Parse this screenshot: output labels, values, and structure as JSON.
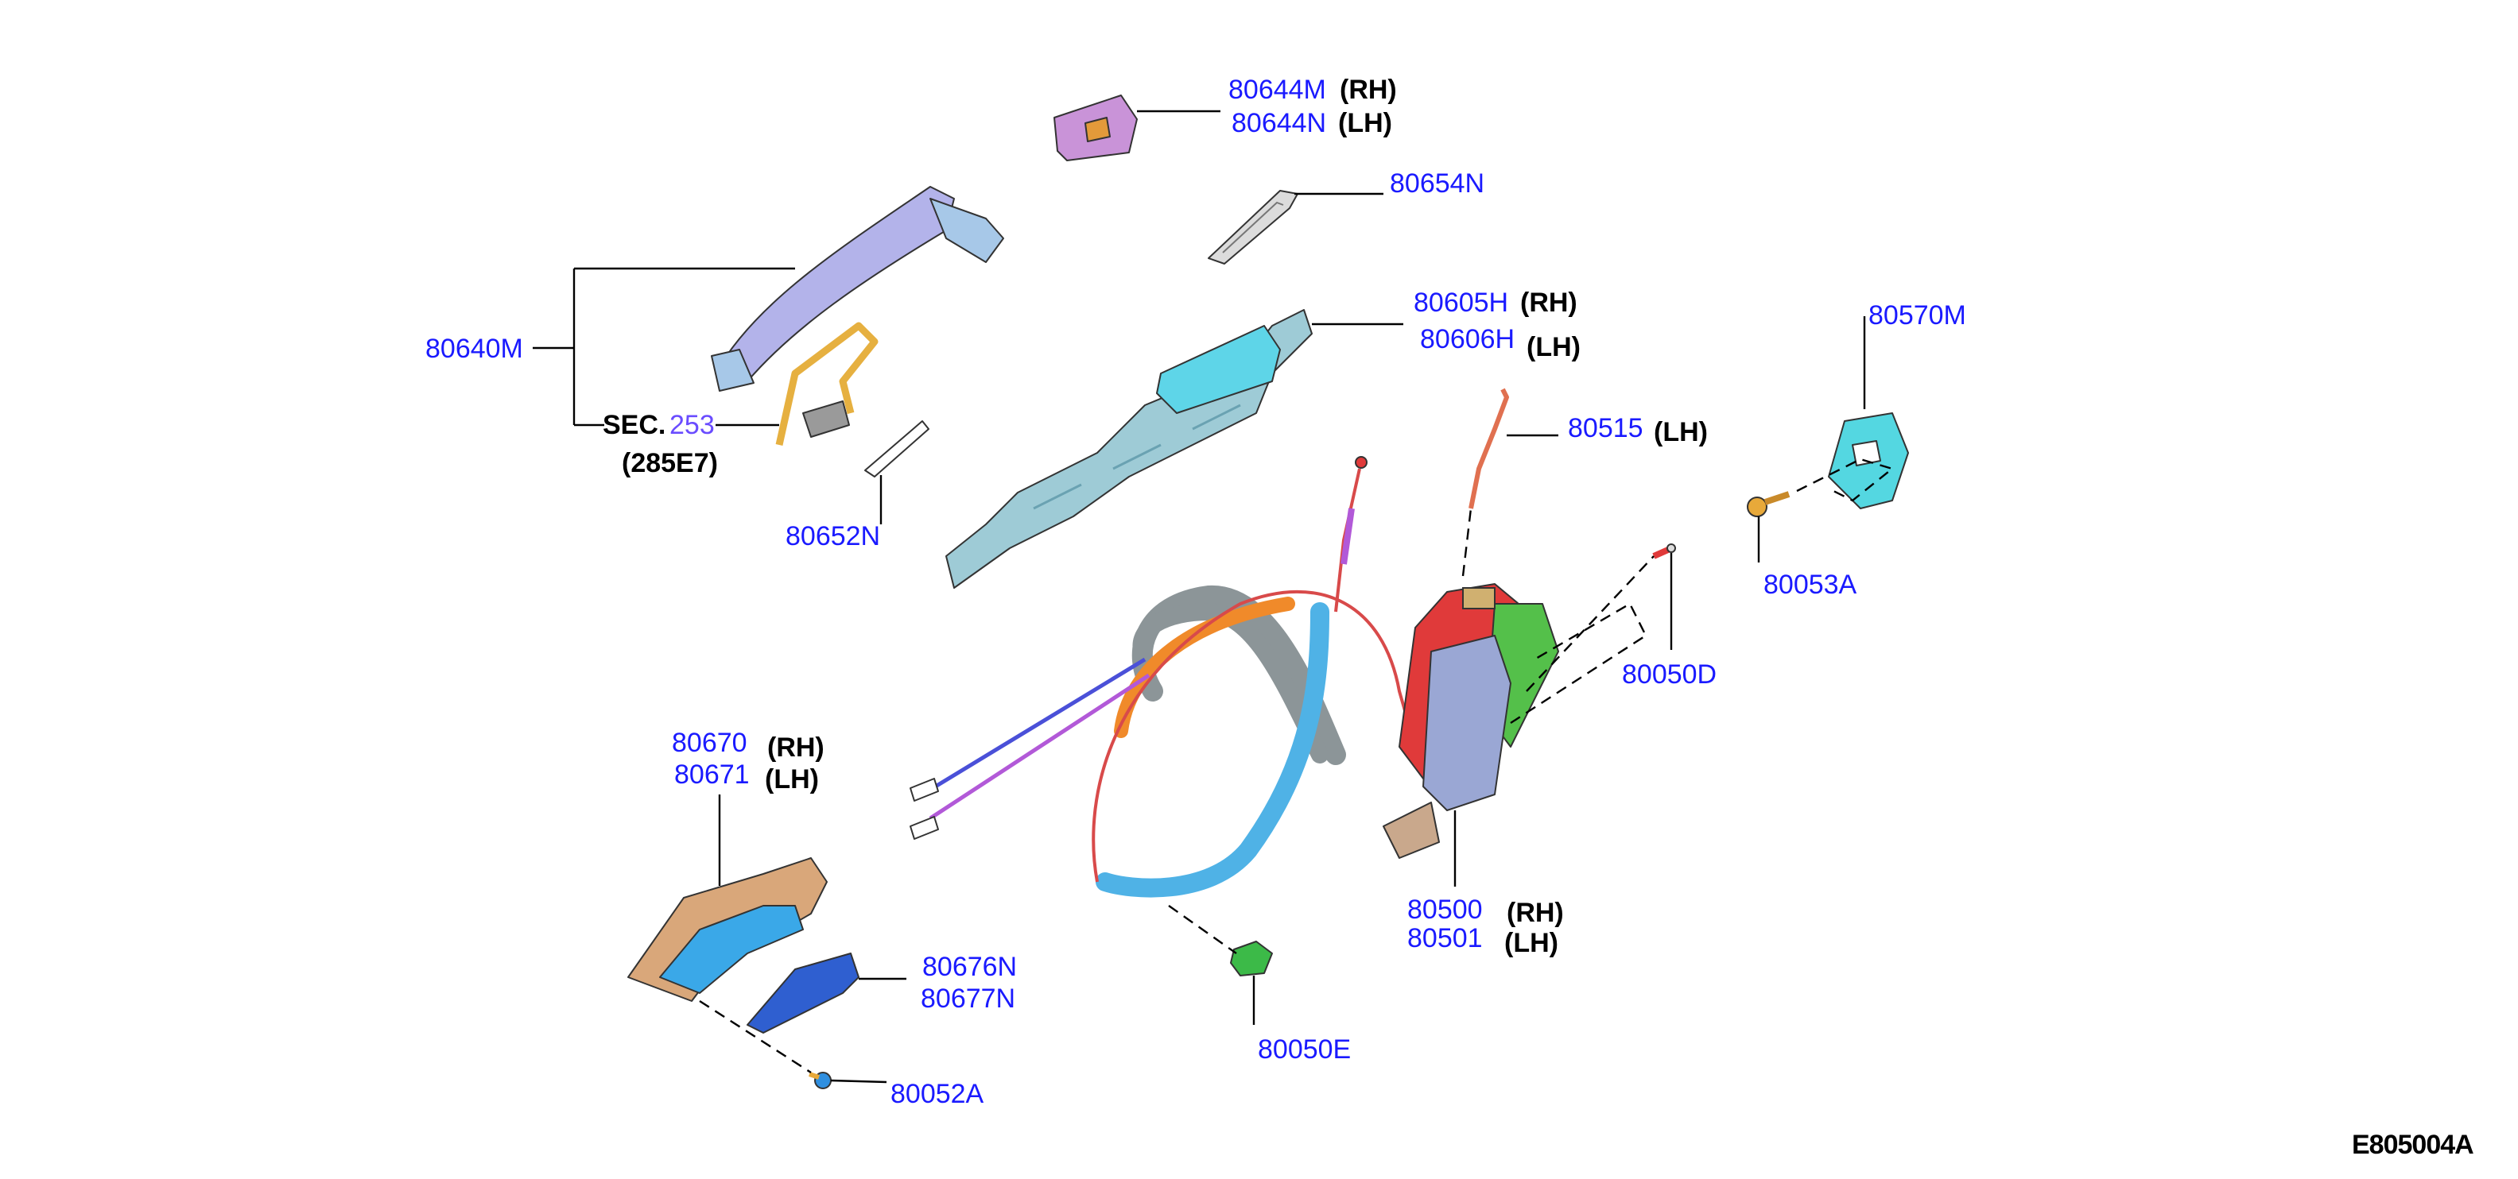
{
  "diagram_code": "E805004A",
  "colors": {
    "part_number": "#1a1aff",
    "side_label": "#000000",
    "section_number": "#6a4cff",
    "outside_handle": "#b3b3ea",
    "handle_cover": "#c993d8",
    "escutcheon": "#b8b8b8",
    "handle_bracket": "#9ecbd6",
    "lock_actuator": "#5ed5e8",
    "rod": "#e07050",
    "striker": "#54d7e1",
    "lock_body": "#e03a3a",
    "lock_cover": "#54c04a",
    "lock_plate": "#9aa7d4",
    "cable_gray": "#8c9598",
    "cable_blue": "#4fb2e6",
    "cable_orange": "#f08a2a",
    "inside_handle_frame": "#d9a77a",
    "inside_handle_lever": "#3aa8e8",
    "inside_escutcheon": "#2f5fd0",
    "clip": "#3cba48",
    "screw": "#e8a93a"
  },
  "parts": [
    {
      "id": "p80644",
      "numbers": [
        "80644M",
        "80644N"
      ],
      "sides": [
        "(RH)",
        "(LH)"
      ],
      "icon": "outside-handle-cover-icon"
    },
    {
      "id": "p80654",
      "numbers": [
        "80654N"
      ],
      "sides": [],
      "icon": "gasket-icon"
    },
    {
      "id": "p80605",
      "numbers": [
        "80605H",
        "80606H"
      ],
      "sides": [
        "(RH)",
        "(LH)"
      ],
      "icon": "handle-bracket-icon"
    },
    {
      "id": "p80570",
      "numbers": [
        "80570M"
      ],
      "sides": [],
      "icon": "striker-icon"
    },
    {
      "id": "p80640",
      "numbers": [
        "80640M"
      ],
      "sides": [],
      "icon": "outside-handle-icon"
    },
    {
      "id": "p80515",
      "numbers": [
        "80515"
      ],
      "sides": [
        "(LH)"
      ],
      "icon": "rod-icon"
    },
    {
      "id": "p80652",
      "numbers": [
        "80652N"
      ],
      "sides": [],
      "icon": "escutcheon-icon"
    },
    {
      "id": "p80053",
      "numbers": [
        "80053A"
      ],
      "sides": [],
      "icon": "screw-icon"
    },
    {
      "id": "p80050d",
      "numbers": [
        "80050D"
      ],
      "sides": [],
      "icon": "bolt-icon"
    },
    {
      "id": "p80670",
      "numbers": [
        "80670",
        "80671"
      ],
      "sides": [
        "(RH)",
        "(LH)"
      ],
      "icon": "inside-handle-icon"
    },
    {
      "id": "p80500",
      "numbers": [
        "80500",
        "80501"
      ],
      "sides": [
        "(RH)",
        "(LH)"
      ],
      "icon": "door-lock-icon"
    },
    {
      "id": "p80676",
      "numbers": [
        "80676N",
        "80677N"
      ],
      "sides": [],
      "icon": "inside-escutcheon-icon"
    },
    {
      "id": "p80050e",
      "numbers": [
        "80050E"
      ],
      "sides": [],
      "icon": "clip-icon"
    },
    {
      "id": "p80052",
      "numbers": [
        "80052A"
      ],
      "sides": [],
      "icon": "screw-icon"
    }
  ],
  "section_ref": {
    "prefix": "SEC.",
    "number": "253",
    "code": "(285E7)"
  }
}
